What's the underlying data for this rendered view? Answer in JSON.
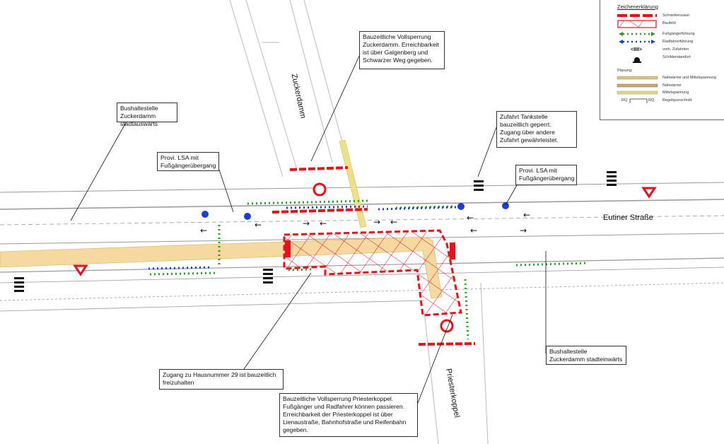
{
  "streets": {
    "zuckerdamm": "Zuckerdamm",
    "eutiner_strasse": "Eutiner Straße",
    "priesterkoppel": "Priesterkoppel"
  },
  "callouts": {
    "bus_out": "Bushaltestelle Zuckerdamm stadtauswärts",
    "lsa_west": "Provi. LSA mit Fußgängerübergang",
    "zuckerdamm_closure": "Bauzeitliche Vollsperrung Zuckerdamm. Erreichbarkeit ist über Galgenberg und Schwarzer Weg gegeben.",
    "tankstelle": "Zufahrt Tankstelle bauzeitlich geperrt. Zugang über andere Zufahrt gewährleistet.",
    "lsa_east": "Provi. LSA mit Fußgängerübergang",
    "hausnummer": "Zugang zu Hausnummer 29 ist bauzeitlich freizuhalten",
    "priesterkoppel_closure": "Bauzeitliche Vollsperrung Priesterkoppel. Fußgänger und Radfahrer können passieren. Erreichbarkeit der Priesterkoppel ist über Lienaustraße, Bahnhofstraße und Reifenbahn gegeben.",
    "bus_in": "Bushaltestelle Zuckerdamm stadteinwärts"
  },
  "legend": {
    "title": "Zeichenerklärung",
    "items": [
      {
        "label": "Schrankenzaun",
        "icon": "barrier-fence"
      },
      {
        "label": "Baufeld",
        "icon": "construction-field-hatch"
      },
      {
        "label": "Fußgängerführung",
        "icon": "pedestrian-route",
        "color": "#22a022"
      },
      {
        "label": "Radfahrerführung",
        "icon": "cyclist-route",
        "color": "#1a3fd6"
      },
      {
        "label": "vorh. Zufahrten",
        "icon": "existing-access"
      },
      {
        "label": "Schilderstandort",
        "icon": "sign-location"
      }
    ],
    "planning_title": "Planung:",
    "planning": [
      {
        "label": "Nahwärme und Mittelspannung",
        "color": "#d8c48a"
      },
      {
        "label": "Nahwärme",
        "color": "#c9a77e"
      },
      {
        "label": "Mittelspannung",
        "color": "#dcd98a"
      }
    ],
    "section": {
      "label": "Regelquerschnitt",
      "marker": "RQ"
    }
  },
  "colors": {
    "barrier": "#e8101a",
    "pedestrian": "#22a022",
    "cyclist": "#1a3fd6",
    "pipeline": "#f5d9a0"
  }
}
